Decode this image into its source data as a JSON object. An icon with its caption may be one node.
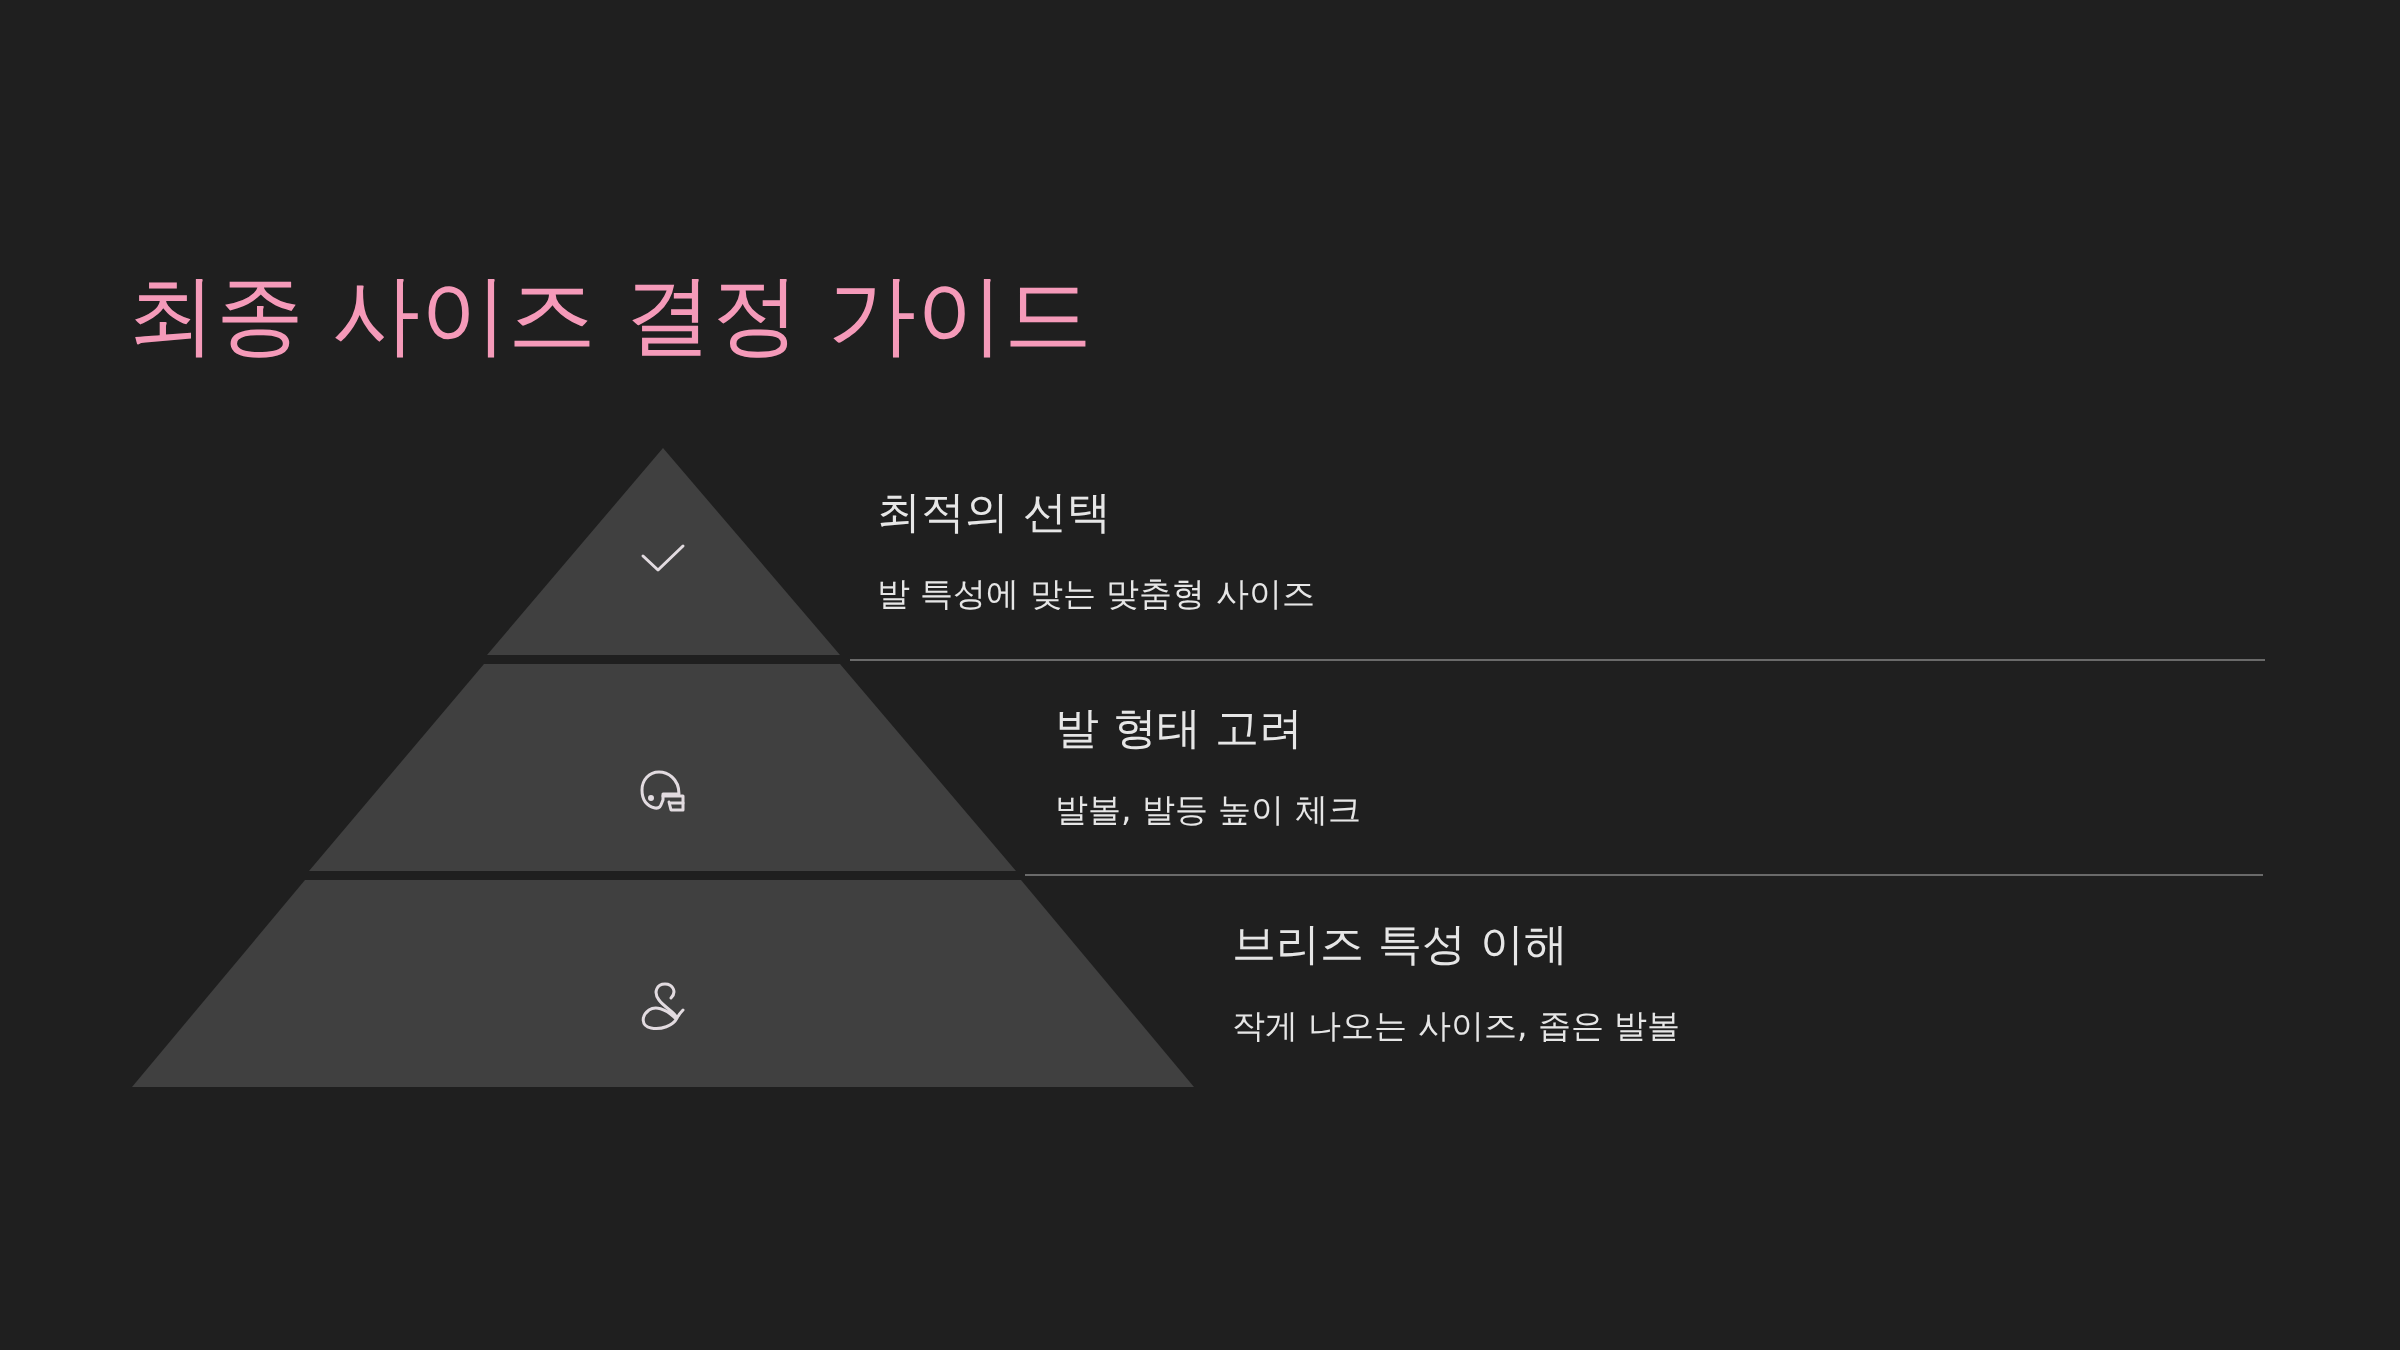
{
  "diagram": {
    "title": "최종 사이즈 결정 가이드",
    "nodes": [
      {
        "text": [],
        "shape": "triangle",
        "beside": [
          "최적의 선택",
          "발 특성에 맞는 맞춤형 사이즈"
        ]
      },
      {
        "text": [],
        "shape": "trapezoid",
        "beside": [
          "발 형태 고려",
          "발볼, 발등 높이 체크"
        ]
      },
      {
        "text": [],
        "shape": "trapezoid",
        "beside": [
          "브리즈 특성 이해",
          "작게 나오는 사이즈, 좁은 발볼"
        ]
      }
    ]
  }
}
